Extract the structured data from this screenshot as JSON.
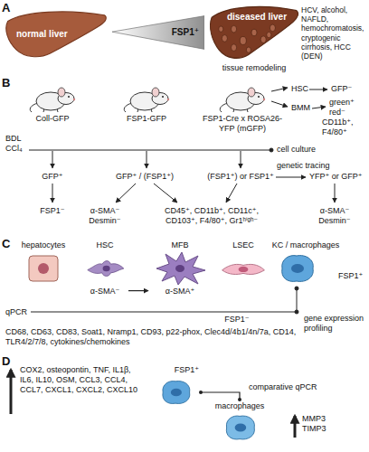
{
  "diagram": {
    "nodes": [
      {
        "text": [
          "normal liver"
        ]
      },
      {
        "text": [
          "FSP1⁺"
        ]
      },
      {
        "text": [
          "diseased liver"
        ]
      },
      {
        "text": [
          "Coll-GFP"
        ]
      },
      {
        "text": [
          "FSP1-GFP"
        ]
      },
      {
        "text": [
          "FSP1-Cre x ROSA26-YFP (mGFP)"
        ]
      },
      {
        "text": [
          "hepatocytes"
        ]
      },
      {
        "text": [
          "HSC",
          "α-SMA⁻"
        ]
      },
      {
        "text": [
          "MFB",
          "α-SMA⁺"
        ]
      },
      {
        "text": [
          "LSEC"
        ]
      },
      {
        "text": [
          "KC / macrophages"
        ]
      },
      {
        "text": [
          "FSP1⁺"
        ]
      },
      {
        "text": [
          "macrophages"
        ]
      }
    ],
    "edges": [
      {
        "from": 7,
        "to": 8,
        "arrow": "to"
      },
      {
        "from": 11,
        "to": 12,
        "label": "comparative qPCR",
        "arrow": "none"
      }
    ],
    "labels": [
      "A",
      "HCV, alcohol, NAFLD, hemochromatosis, cryptogenic cirrhosis, HCC (DEN)",
      "tissue remodeling",
      "B",
      "HSC",
      "GFP⁻",
      "BMM",
      "green⁺",
      "red⁻",
      "CD11b⁺, F4/80⁺",
      "BDL",
      "CCl₄",
      "cell culture",
      "GFP⁺",
      "GFP⁺ / (FSP1⁺)",
      "(FSP1⁺) or FSP1⁺",
      "genetic tracing",
      "YFP⁺ or GFP⁺",
      "FSP1⁻",
      "α-SMA⁻ Desmin⁻",
      "CD45⁺, CD11b⁺, CD11c⁺, CD103⁺, F4/80⁺, Gr1ʰⁱᵍʰ⁻",
      "α-SMA⁻ Desmin⁻",
      "C",
      "FSP1⁺",
      "qPCR",
      "FSP1⁻",
      "gene expression profiling",
      "CD68, CD63, CD83, Soat1, Nramp1, CD93, p22-phox, Clec4d/4b1/4n/7a, CD14, TLR4/2/7/8, cytokines/chemokines",
      "D",
      "COX2, osteopontin, TNF, IL1β, IL6, IL10, OSM, CCL3, CCL4, CCL7, CXCL1, CXCL2, CXCL10",
      "MMP3 TIMP3"
    ]
  }
}
